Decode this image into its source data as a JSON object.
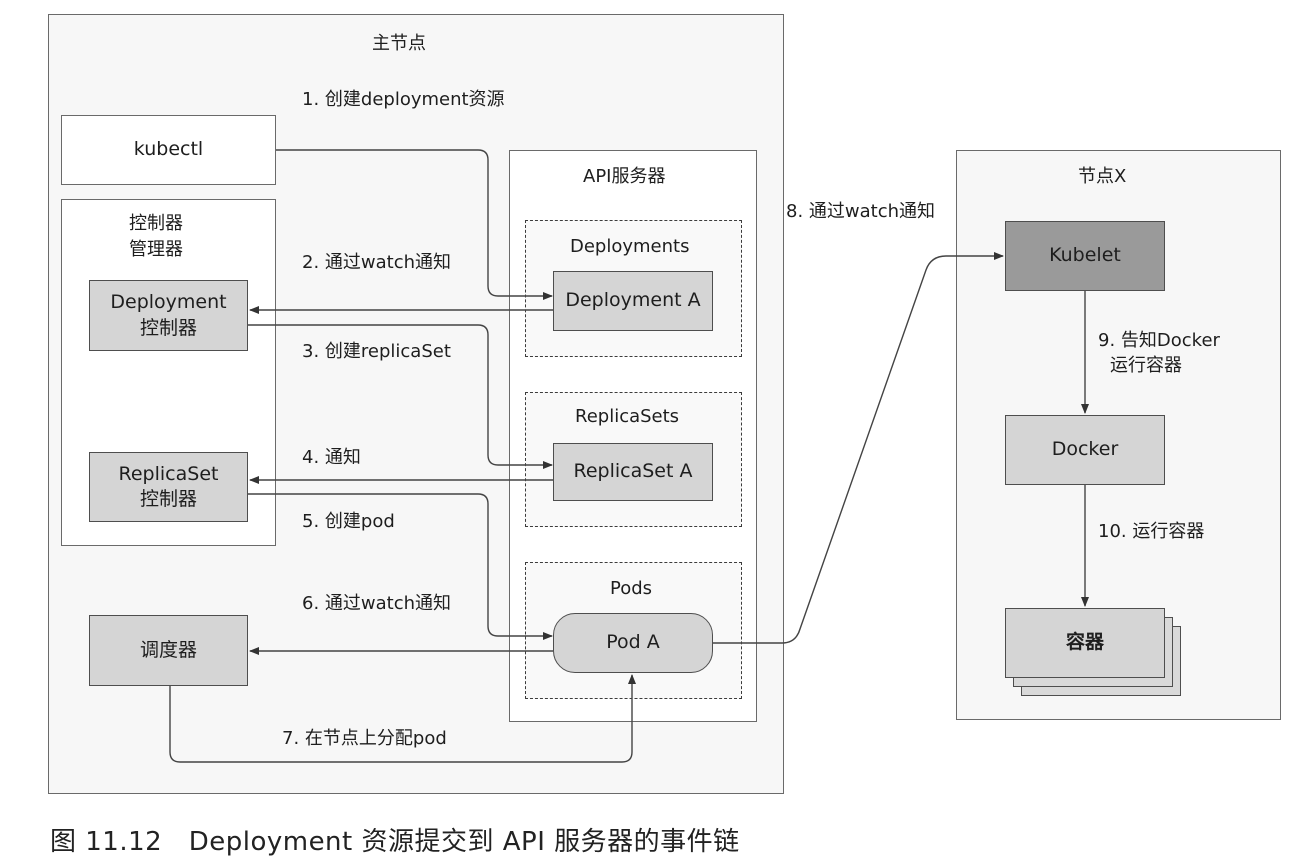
{
  "master": {
    "title": "主节点"
  },
  "api_server": {
    "title": "API服务器",
    "groups": [
      {
        "title": "Deployments",
        "item": "Deployment A"
      },
      {
        "title": "ReplicaSets",
        "item": "ReplicaSet A"
      },
      {
        "title": "Pods",
        "item": "Pod A"
      }
    ]
  },
  "kubectl": "kubectl",
  "controller_manager": {
    "title_line1": "控制器",
    "title_line2": "管理器",
    "deployment_controller": {
      "line1": "Deployment",
      "line2": "控制器"
    },
    "replicaset_controller": {
      "line1": "ReplicaSet",
      "line2": "控制器"
    }
  },
  "scheduler": "调度器",
  "node": {
    "title": "节点X",
    "kubelet": "Kubelet",
    "docker": "Docker",
    "containers": "容器"
  },
  "steps": [
    "1. 创建deployment资源",
    "2. 通过watch通知",
    "3. 创建replicaSet",
    "4. 通知",
    "5. 创建pod",
    "6. 通过watch通知",
    "7. 在节点上分配pod",
    "8. 通过watch通知",
    "9. 告知Docker",
    "运行容器",
    "10. 运行容器"
  ],
  "caption": "图 11.12　Deployment 资源提交到 API 服务器的事件链"
}
